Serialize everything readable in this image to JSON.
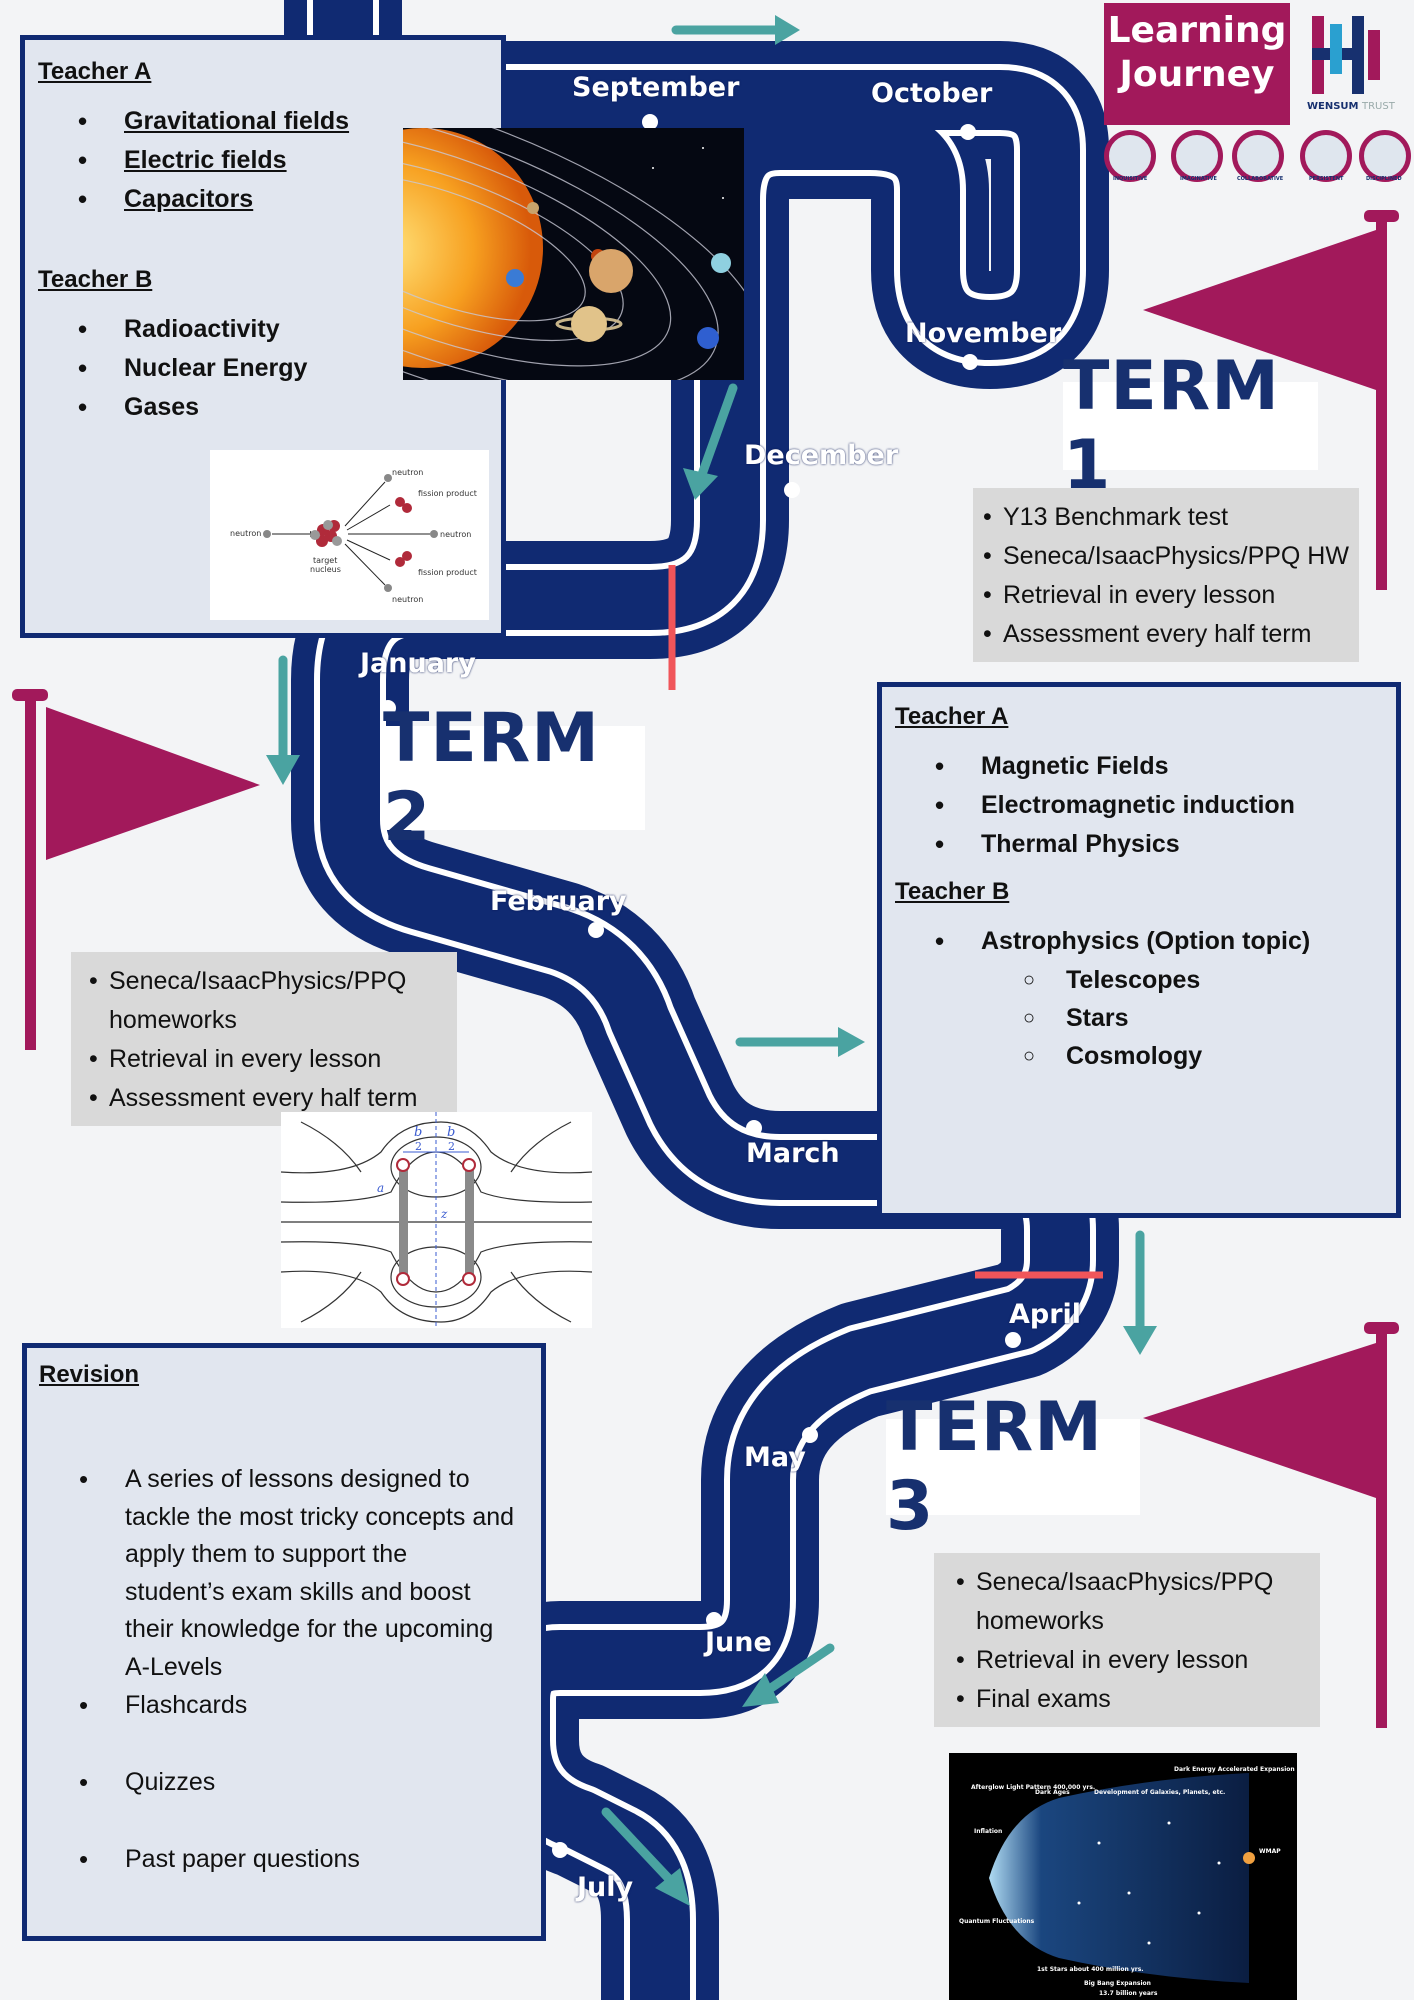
{
  "months": {
    "september": "September",
    "october": "October",
    "november": "November",
    "december": "December",
    "january": "January",
    "february": "February",
    "march": "March",
    "april": "April",
    "may": "May",
    "june": "June",
    "july": "July"
  },
  "logo": {
    "title_line1": "Learning",
    "title_line2": "Journey",
    "trust_name": "WENSUM",
    "trust_suffix": "TRUST",
    "badges": [
      "INQUISITIVE",
      "IMAGINATIVE",
      "COLLABORATIVE",
      "PERSISTENT",
      "DISCIPLINED"
    ]
  },
  "term1": {
    "label": "TERM 1",
    "teacher_a": {
      "heading": "Teacher A",
      "topics": [
        "Gravitational fields",
        "Electric fields",
        "Capacitors"
      ]
    },
    "teacher_b": {
      "heading": "Teacher B",
      "topics": [
        "Radioactivity",
        "Nuclear Energy",
        "Gases"
      ]
    },
    "notes": [
      "Y13 Benchmark test",
      "Seneca/IsaacPhysics/PPQ HW",
      "Retrieval in every lesson",
      "Assessment every half term"
    ],
    "fission_diagram": {
      "neutron_in": "neutron",
      "target": "target",
      "nucleus": "nucleus",
      "fission_product_top": "fission product",
      "fission_product_bottom": "fission product",
      "neutron_top": "neutron",
      "neutron_mid": "neutron",
      "neutron_bottom": "neutron"
    }
  },
  "term2": {
    "label": "TERM 2",
    "notes_line1": "Seneca/IsaacPhysics/PPQ",
    "notes_line1_cont": "homeworks",
    "notes": [
      "Retrieval in every lesson",
      "Assessment every half term"
    ],
    "teacher_a": {
      "heading": "Teacher A",
      "topics": [
        "Magnetic Fields",
        "Electromagnetic induction",
        "Thermal Physics"
      ]
    },
    "teacher_b": {
      "heading": "Teacher B",
      "topic": "Astrophysics (Option topic)",
      "subtopics": [
        "Telescopes",
        "Stars",
        "Cosmology"
      ]
    }
  },
  "term3": {
    "label": "TERM 3",
    "notes_line1": "Seneca/IsaacPhysics/PPQ",
    "notes_line1_cont": "homeworks",
    "notes": [
      "Retrieval in every lesson",
      "Final exams"
    ],
    "universe_labels": {
      "afterglow": "Afterglow Light Pattern 400,000 yrs.",
      "dark_ages": "Dark Ages",
      "development": "Development of Galaxies, Planets, etc.",
      "dark_energy": "Dark Energy Accelerated Expansion",
      "inflation": "Inflation",
      "quantum": "Quantum Fluctuations",
      "wmap": "WMAP",
      "first_stars": "1st Stars about 400 million yrs.",
      "big_bang": "Big Bang Expansion",
      "years": "13.7 billion years"
    }
  },
  "revision": {
    "heading": "Revision",
    "items": [
      "A series of lessons designed to",
      "tackle the most tricky concepts and",
      "apply them to support the",
      "student’s exam skills and boost",
      "their knowledge for the upcoming",
      "A-Levels"
    ],
    "extra": [
      "Flashcards",
      "Quizzes",
      "Past paper questions"
    ]
  },
  "colors": {
    "road": "#102a72",
    "flag": "#a2195b",
    "arrow": "#4aa3a1",
    "term_boundary": "#f0555a",
    "box_fill": "#e1e6ef"
  },
  "field_diagram": {
    "b_half_left": "b",
    "b_half_right": "b",
    "two": "2",
    "a": "a",
    "z": "z"
  }
}
